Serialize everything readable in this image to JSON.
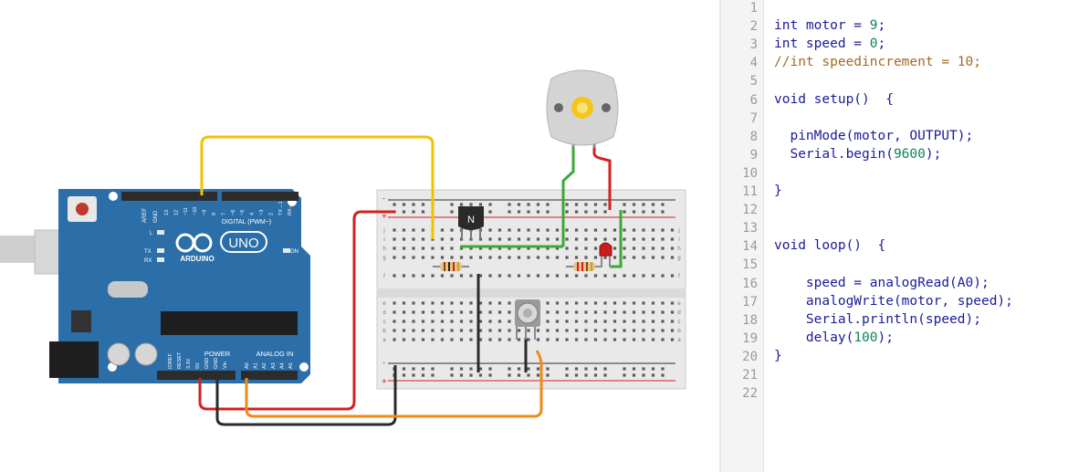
{
  "arduino": {
    "brand": "ARDUINO",
    "model": "UNO",
    "header_digital": "DIGITAL (PWM~)",
    "header_power": "POWER",
    "header_analog": "ANALOG IN",
    "on_label": "ON",
    "led_l": "L",
    "led_tx": "TX",
    "led_rx": "RX",
    "aref": "AREF",
    "gnd": "GND",
    "pins_digital": [
      "13",
      "12",
      "~11",
      "~10",
      "~9",
      "8",
      "7",
      "~6",
      "~5",
      "4",
      "~3",
      "2",
      "TX→1",
      "RX←0"
    ],
    "pins_power": [
      "IOREF",
      "RESET",
      "3.3V",
      "5V",
      "GND",
      "GND",
      "Vin"
    ],
    "pins_analog": [
      "A0",
      "A1",
      "A2",
      "A3",
      "A4",
      "A5"
    ]
  },
  "transistor": {
    "label": "N"
  },
  "breadboard": {
    "plus": "+",
    "minus": "-",
    "rows_top": [
      "j",
      "i",
      "h",
      "g",
      "f"
    ],
    "rows_bottom": [
      "e",
      "d",
      "c",
      "b",
      "a"
    ]
  },
  "editor": {
    "lines": [
      [],
      [
        {
          "t": "int motor = "
        },
        {
          "t": "9",
          "c": "num"
        },
        {
          "t": ";"
        }
      ],
      [
        {
          "t": "int speed = "
        },
        {
          "t": "0",
          "c": "num"
        },
        {
          "t": ";"
        }
      ],
      [
        {
          "t": "//int speedincrement = 10;",
          "c": "cmt"
        }
      ],
      [],
      [
        {
          "t": "void setup()  {"
        }
      ],
      [],
      [
        {
          "t": "  pinMode(motor, OUTPUT);"
        }
      ],
      [
        {
          "t": "  Serial.begin("
        },
        {
          "t": "9600",
          "c": "num"
        },
        {
          "t": ");"
        }
      ],
      [],
      [
        {
          "t": "}"
        }
      ],
      [],
      [],
      [
        {
          "t": "void loop()  {"
        }
      ],
      [],
      [
        {
          "t": "    speed = analogRead(A0);"
        }
      ],
      [
        {
          "t": "    analogWrite(motor, speed);"
        }
      ],
      [
        {
          "t": "    Serial.println(speed);"
        }
      ],
      [
        {
          "t": "    delay("
        },
        {
          "t": "100",
          "c": "num"
        },
        {
          "t": ");"
        }
      ],
      [
        {
          "t": "}"
        }
      ],
      [],
      []
    ]
  },
  "colors": {
    "board_blue": "#2b6ea8",
    "wire_yellow": "#f2c200",
    "wire_red": "#d42020",
    "wire_black": "#2a2a2a",
    "wire_green": "#3aaa35",
    "wire_orange": "#ef8a18",
    "breadboard": "#e9e9e9"
  }
}
